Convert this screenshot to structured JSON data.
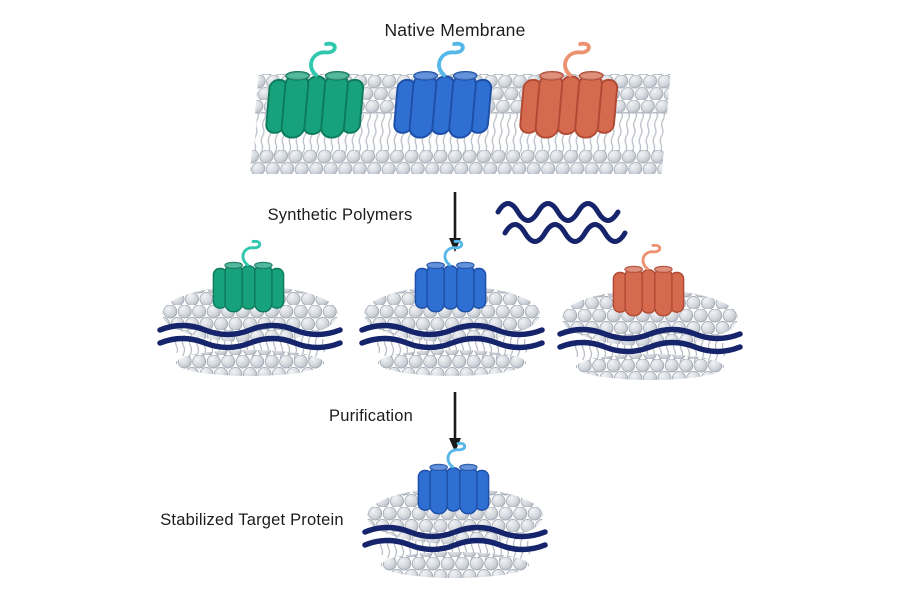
{
  "labels": {
    "title": "Native Membrane",
    "synthetic_polymers": "Synthetic Polymers",
    "purification": "Purification",
    "stabilized_target_protein": "Stabilized Target Protein"
  },
  "icons": {
    "down_arrow": "down-arrow-icon",
    "polymer_squiggle": "polymer-squiggle-icon"
  },
  "colors": {
    "background": "#ffffff",
    "text": "#1d1d1d",
    "arrow": "#1a1a1a",
    "polymer": "#16246b",
    "lipid_head": "#d4d8de",
    "lipid_edge": "#99a1ac",
    "lipid_tail": "#b9bec6",
    "protein_green": "#17a27d",
    "protein_green_edge": "#0d7a5d",
    "protein_green_squiggle": "#2fc7ae",
    "protein_blue": "#2f6fd2",
    "protein_blue_edge": "#1d4fa8",
    "protein_blue_squiggle": "#55b8e8",
    "protein_orange": "#d66a4e",
    "protein_orange_edge": "#b14a34",
    "protein_orange_squiggle": "#ec9270"
  }
}
